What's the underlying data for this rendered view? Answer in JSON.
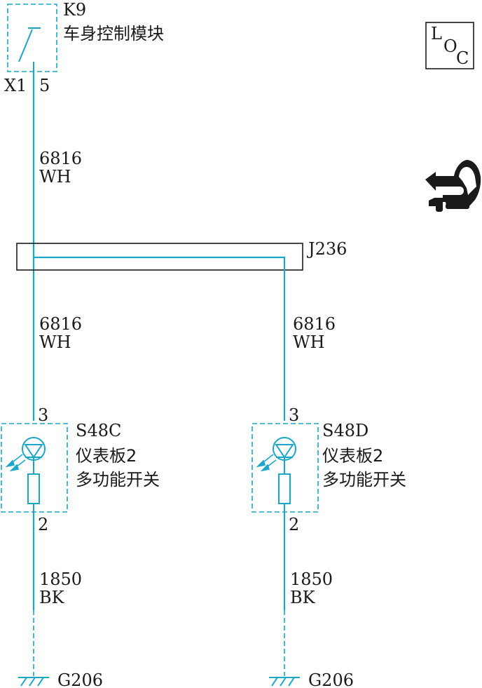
{
  "module": {
    "id": "K9",
    "name": "车身控制模块",
    "connector": "X1",
    "pin": "5"
  },
  "loc_badge": {
    "l": "L",
    "o": "O",
    "c": "C"
  },
  "icons": {
    "loc": "loc-badge-icon",
    "hand": "pointing-hand-icon"
  },
  "colors": {
    "wire": "#1aa7c9",
    "text": "#1a1a1a"
  },
  "wires": {
    "top": {
      "number": "6816",
      "color": "WH"
    },
    "left_mid": {
      "number": "6816",
      "color": "WH"
    },
    "right_mid": {
      "number": "6816",
      "color": "WH"
    },
    "left_ground": {
      "number": "1850",
      "color": "BK"
    },
    "right_ground": {
      "number": "1850",
      "color": "BK"
    }
  },
  "splice": {
    "id": "J236"
  },
  "switches": [
    {
      "id": "S48C",
      "name_line1": "仪表板2",
      "name_line2": "多功能开关",
      "pin_top": "3",
      "pin_bottom": "2"
    },
    {
      "id": "S48D",
      "name_line1": "仪表板2",
      "name_line2": "多功能开关",
      "pin_top": "3",
      "pin_bottom": "2"
    }
  ],
  "grounds": [
    {
      "id": "G206"
    },
    {
      "id": "G206"
    }
  ]
}
